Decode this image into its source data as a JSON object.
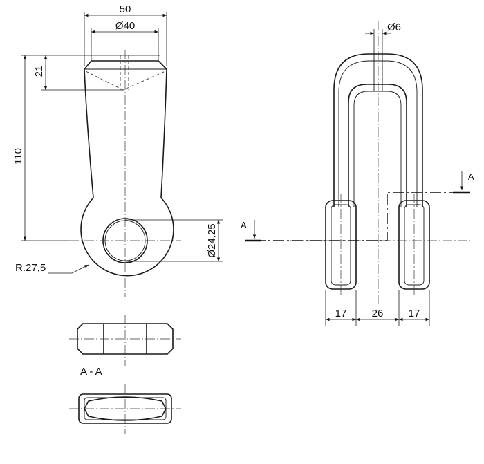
{
  "dimensions": {
    "top_width": "50",
    "top_diameter": "Ø40",
    "head_height": "21",
    "length": "110",
    "hole_diameter": "Ø24,25",
    "radius": "R.27,5",
    "pin_diameter": "Ø6",
    "prong_left": "17",
    "gap": "26",
    "prong_right": "17"
  },
  "section": {
    "marker_left": "A",
    "marker_right": "A",
    "view_label": "A - A"
  }
}
